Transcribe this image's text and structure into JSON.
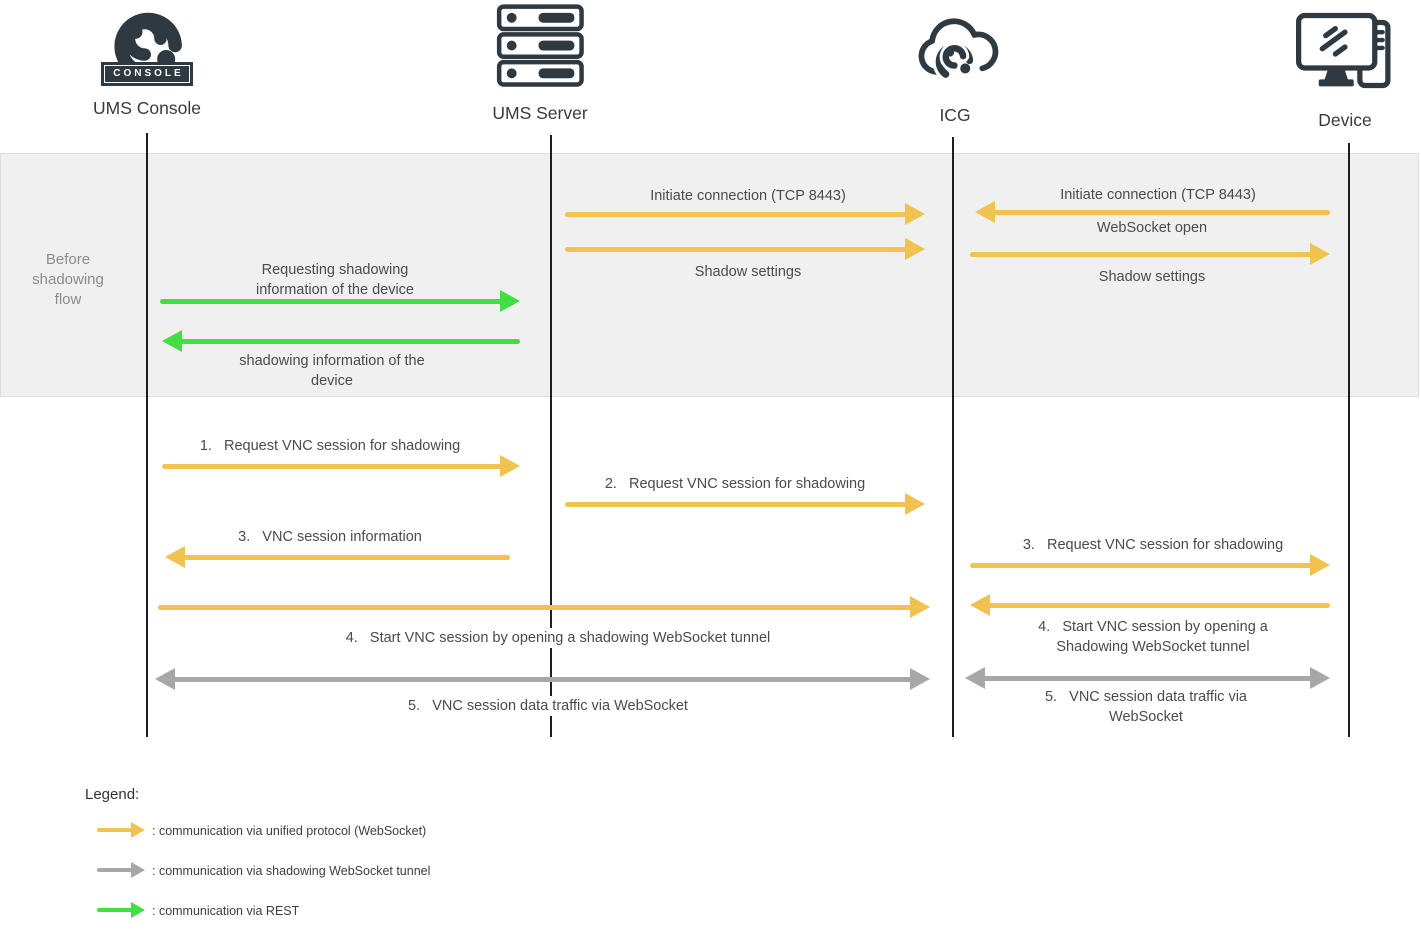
{
  "title": "UMS shadowing communication flow diagram",
  "colors": {
    "yellow": "#F1C24F",
    "green": "#41DF41",
    "gray": "#A7A7A7",
    "icon_dark": "#2E3941",
    "band_background": "#F0F0F0"
  },
  "actors": [
    {
      "name": "UMS Console",
      "icon": "igel-console-logo",
      "badge": "CONSOLE"
    },
    {
      "name": "UMS Server",
      "icon": "server-rack"
    },
    {
      "name": "ICG",
      "icon": "cloud-link"
    },
    {
      "name": "Device",
      "icon": "monitor-tower"
    }
  ],
  "band": {
    "label": "Before\nshadowing\nflow"
  },
  "messages": [
    {
      "label": "Initiate connection (TCP 8443)",
      "from": "UMS Server",
      "to": "ICG",
      "protocol": "unified protocol (WebSocket)"
    },
    {
      "label": "Shadow settings",
      "from": "UMS Server",
      "to": "ICG",
      "protocol": "unified protocol (WebSocket)"
    },
    {
      "label": "Initiate connection (TCP 8443)",
      "from": "Device",
      "to": "ICG",
      "protocol": "unified protocol (WebSocket)"
    },
    {
      "label": "WebSocket open",
      "from": "ICG",
      "to": "Device",
      "protocol": "unified protocol (WebSocket)"
    },
    {
      "label": "Shadow settings",
      "from": "ICG",
      "to": "Device",
      "protocol": "unified protocol (WebSocket)"
    },
    {
      "label": "Requesting shadowing\ninformation of the device",
      "from": "UMS Console",
      "to": "UMS Server",
      "protocol": "REST"
    },
    {
      "label": "shadowing information of the\ndevice",
      "from": "UMS Server",
      "to": "UMS Console",
      "protocol": "REST"
    },
    {
      "label": "1.   Request VNC session for shadowing",
      "from": "UMS Console",
      "to": "UMS Server",
      "protocol": "unified protocol (WebSocket)"
    },
    {
      "label": "2.   Request VNC session for shadowing",
      "from": "UMS Server",
      "to": "ICG",
      "protocol": "unified protocol (WebSocket)"
    },
    {
      "label": "3.   VNC session information",
      "from": "UMS Server",
      "to": "UMS Console",
      "protocol": "unified protocol (WebSocket)"
    },
    {
      "label": "3.   Request VNC session for shadowing",
      "from": "ICG",
      "to": "Device",
      "protocol": "unified protocol (WebSocket)"
    },
    {
      "label": "4.   Start VNC session by opening a shadowing WebSocket tunnel",
      "from": "UMS Console",
      "to": "ICG",
      "protocol": "unified protocol (WebSocket)"
    },
    {
      "label": "4.   Start VNC session by opening a\nShadowing WebSocket tunnel",
      "from": "Device",
      "to": "ICG",
      "protocol": "unified protocol (WebSocket)"
    },
    {
      "label": "5.   VNC session data traffic via WebSocket",
      "from": "UMS Console",
      "to": "ICG",
      "protocol": "shadowing WebSocket tunnel",
      "bidirectional": true
    },
    {
      "label": "5.   VNC session data traffic via\nWebSocket",
      "from": "ICG",
      "to": "Device",
      "protocol": "shadowing WebSocket tunnel",
      "bidirectional": true
    }
  ],
  "legend": {
    "title": "Legend:",
    "items": [
      {
        "label": ": communication via unified protocol (WebSocket)",
        "color": "#F1C24F"
      },
      {
        "label": ": communication via shadowing WebSocket tunnel",
        "color": "#A7A7A7"
      },
      {
        "label": ": communication via REST",
        "color": "#41DF41"
      }
    ]
  }
}
